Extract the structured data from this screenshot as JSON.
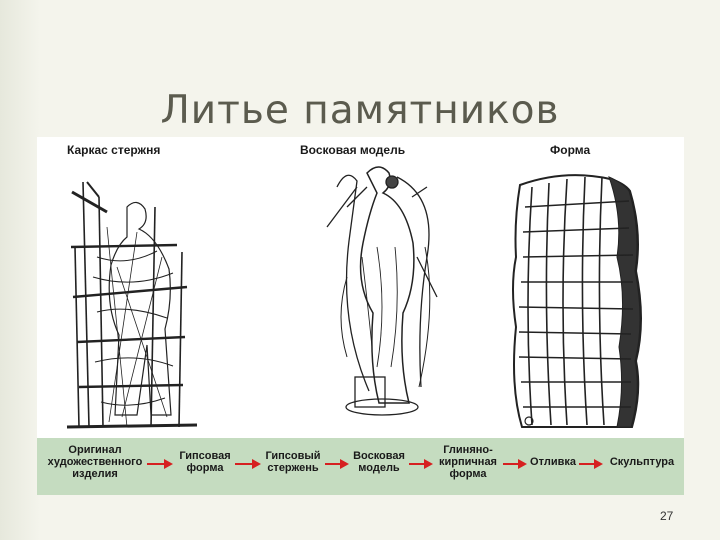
{
  "slide": {
    "title": "Литье памятников",
    "page_number": "27"
  },
  "figure": {
    "column_labels": [
      "Каркас стержня",
      "Восковая модель",
      "Форма"
    ],
    "process_steps": [
      "Оригинал\nхудожественного\nизделия",
      "Гипсовая\nформа",
      "Гипсовый\nстержень",
      "Восковая\nмодель",
      "Глиняно-\nкирпичная\nформа",
      "Отливка",
      "Скульптура"
    ],
    "colors": {
      "strip_background": "#c5dcc0",
      "arrow": "#d62020",
      "ink": "#1a1a1a"
    }
  }
}
